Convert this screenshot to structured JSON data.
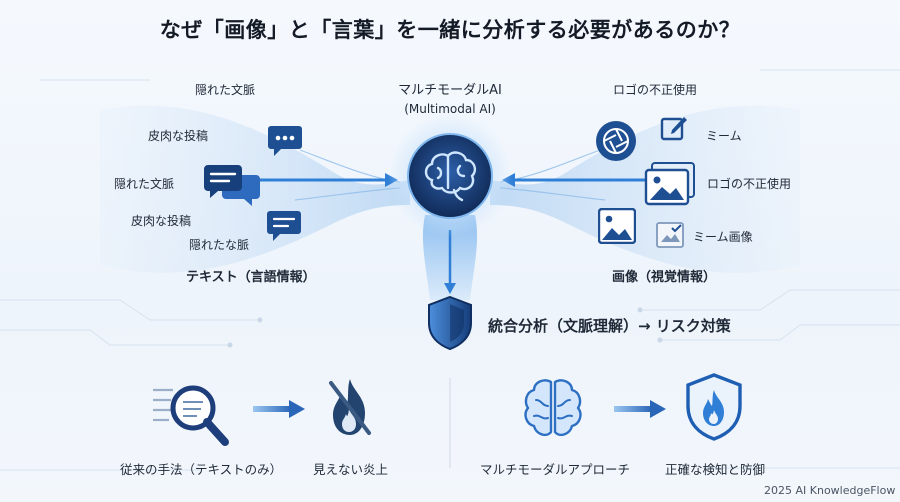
{
  "title": "なぜ「画像」と「言葉」を一緒に分析する必要があるのか？",
  "center": {
    "title": "マルチモーダルAI",
    "subtitle": "(Multimodal AI)"
  },
  "left": {
    "labels": [
      "隠れた文脈",
      "皮肉な投稿",
      "隠れた文脈",
      "皮肉な投稿",
      "隠れたな脈"
    ],
    "caption": "テキスト（言語情報）"
  },
  "right": {
    "labels": [
      "ロゴの不正使用",
      "ミーム",
      "ロゴの不正使用",
      "ミーム画像"
    ],
    "caption": "画像（視覚情報）"
  },
  "result": "統合分析（文脈理解）→ リスク対策",
  "bottom": {
    "left_caption": "従来の手法（テキストのみ）",
    "left_result": "見えない炎上",
    "right_caption": "マルチモーダルアプローチ",
    "right_result": "正確な検知と防御"
  },
  "footer": "2025 AI KnowledgeFlow",
  "colors": {
    "accent": "#1e5fb4",
    "navy": "#1d3e7a",
    "light_blue": "#9cc6f0"
  }
}
